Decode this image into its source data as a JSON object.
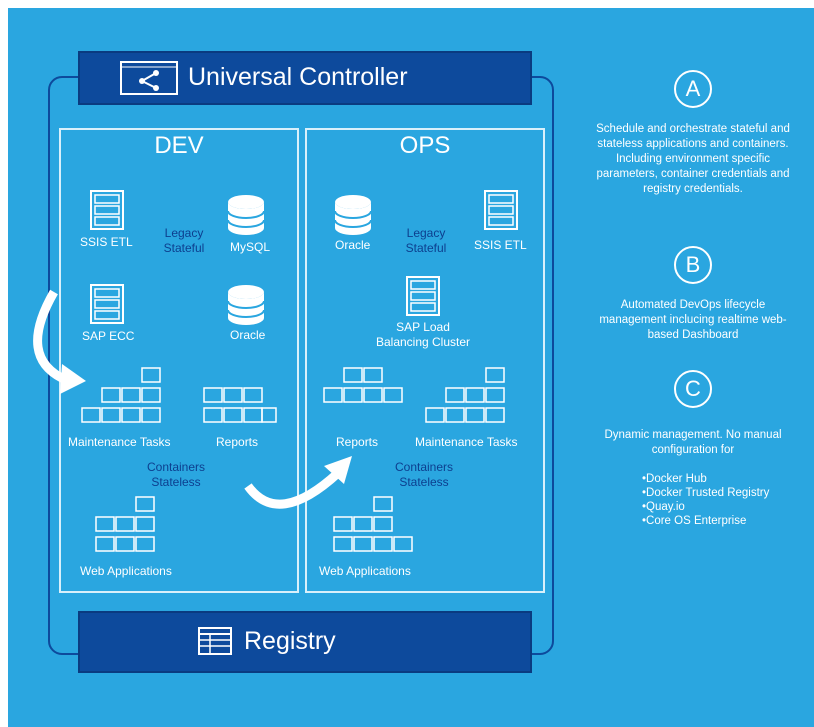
{
  "controller": {
    "title": "Universal Controller",
    "icon": "network-window-icon"
  },
  "registry": {
    "title": "Registry",
    "icon": "grid-table-icon"
  },
  "dev": {
    "title": "DEV",
    "legacy": "Legacy",
    "stateful": "Stateful",
    "ssis": "SSIS ETL",
    "mysql": "MySQL",
    "sap": "SAP ECC",
    "oracle": "Oracle",
    "maintenance": "Maintenance Tasks",
    "reports": "Reports",
    "containers": "Containers",
    "stateless": "Stateless",
    "web": "Web Applications"
  },
  "ops": {
    "title": "OPS",
    "oracle": "Oracle",
    "legacy": "Legacy",
    "stateful": "Stateful",
    "ssis": "SSIS ETL",
    "sap_line1": "SAP Load",
    "sap_line2": "Balancing Cluster",
    "reports": "Reports",
    "maintenance": "Maintenance Tasks",
    "containers": "Containers",
    "stateless": "Stateless",
    "web": "Web Applications"
  },
  "side": {
    "a": {
      "letter": "A",
      "text": "Schedule and orchestrate stateful and stateless applications and containers. Including environment specific parameters, container credentials and registry credentials."
    },
    "b": {
      "letter": "B",
      "text": "Automated DevOps lifecycle management inclucing realtime web-based Dashboard"
    },
    "c": {
      "letter": "C",
      "text": "Dynamic management. No manual configuration for",
      "items": [
        "Docker Hub",
        "Docker Trusted Registry",
        "Quay.io",
        "Core OS Enterprise"
      ]
    }
  },
  "colors": {
    "background": "#2aa6e0",
    "bar": "#0d4a9c",
    "label_dark": "#0d3f8f",
    "white": "#ffffff"
  }
}
